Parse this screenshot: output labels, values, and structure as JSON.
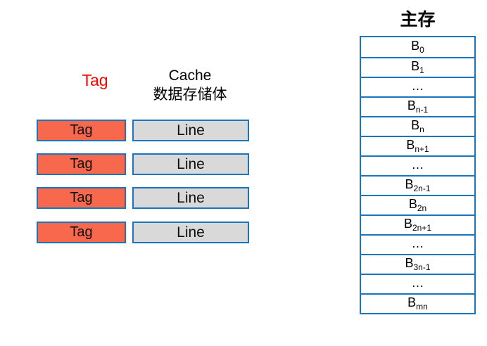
{
  "colors": {
    "border_blue": "#1b75bc",
    "tag_fill": "#f8684c",
    "line_fill": "#d9d9d9",
    "tag_heading_red": "#ff0000",
    "text_black": "#000000",
    "background": "#ffffff"
  },
  "cache": {
    "tag_heading": "Tag",
    "title_line1": "Cache",
    "title_line2": "数据存储体",
    "rows": [
      {
        "tag": "Tag",
        "line": "Line"
      },
      {
        "tag": "Tag",
        "line": "Line"
      },
      {
        "tag": "Tag",
        "line": "Line"
      },
      {
        "tag": "Tag",
        "line": "Line"
      }
    ]
  },
  "memory": {
    "title": "主存",
    "rows": [
      {
        "base": "B",
        "sub": "0"
      },
      {
        "base": "B",
        "sub": "1"
      },
      {
        "base": "…",
        "sub": ""
      },
      {
        "base": "B",
        "sub": "n-1"
      },
      {
        "base": "B",
        "sub": "n"
      },
      {
        "base": "B",
        "sub": "n+1"
      },
      {
        "base": "…",
        "sub": ""
      },
      {
        "base": "B",
        "sub": "2n-1"
      },
      {
        "base": "B",
        "sub": "2n"
      },
      {
        "base": "B",
        "sub": "2n+1"
      },
      {
        "base": "…",
        "sub": ""
      },
      {
        "base": "B",
        "sub": "3n-1"
      },
      {
        "base": "…",
        "sub": ""
      },
      {
        "base": "B",
        "sub": "mn"
      }
    ]
  }
}
